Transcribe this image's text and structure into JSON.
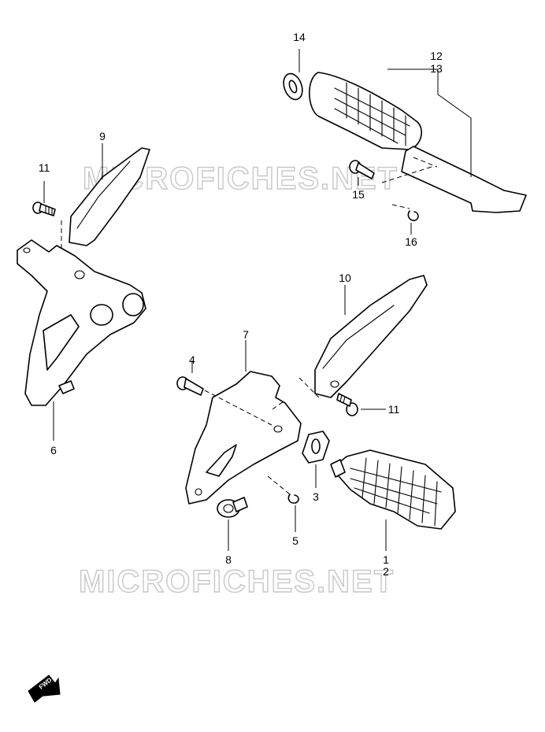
{
  "watermark": "MICROFICHES.NET",
  "fwd_label": "FWD",
  "callouts": {
    "c1": "1",
    "c2": "2",
    "c3": "3",
    "c4": "4",
    "c5": "5",
    "c6": "6",
    "c7": "7",
    "c8": "8",
    "c9": "9",
    "c10": "10",
    "c11a": "11",
    "c11b": "11",
    "c12": "12",
    "c13": "13",
    "c14": "14",
    "c15": "15",
    "c16": "16"
  }
}
